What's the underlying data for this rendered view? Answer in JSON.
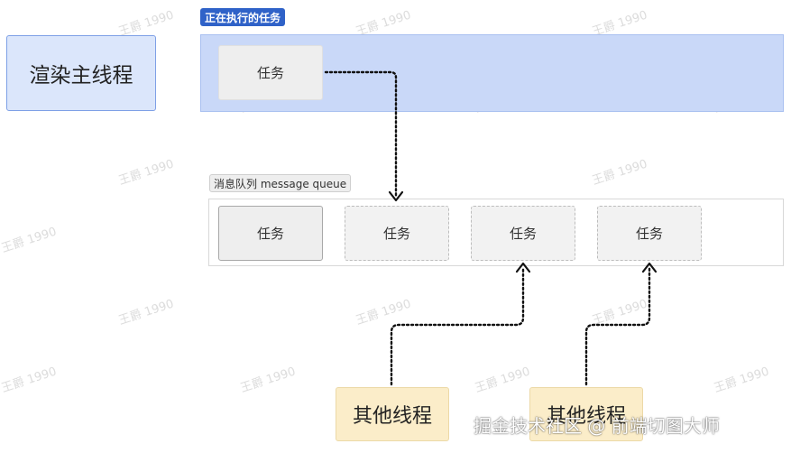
{
  "watermark": "王爵 1990",
  "main_thread": {
    "label": "渲染主线程"
  },
  "running": {
    "tag": "正在执行的任务",
    "task": "任务"
  },
  "queue": {
    "tag": "消息队列 message queue",
    "tasks": [
      "任务",
      "任务",
      "任务",
      "任务"
    ]
  },
  "other_threads": [
    "其他线程",
    "其他线程"
  ],
  "credit": "掘金技术社区 @ 前端切图大师"
}
